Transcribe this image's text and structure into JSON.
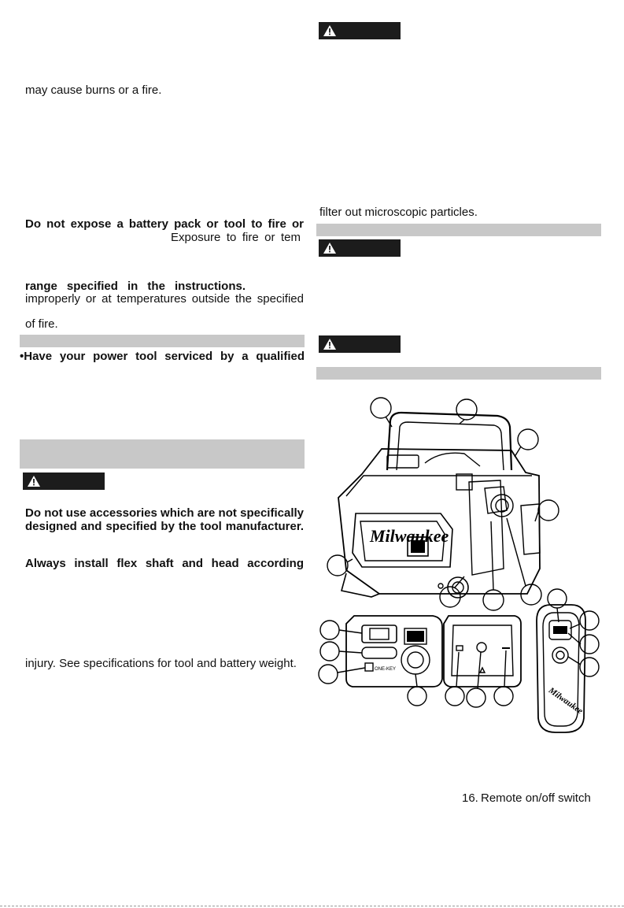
{
  "left_col": {
    "burns_line": "may cause burns or a fire.",
    "fire_heading_1": "Do not expose a battery pack or tool to fire or",
    "fire_text_1": "Exposure to fire or tem",
    "range_heading": "range specified in the instructions.",
    "improper_text": "improperly or at temperatures outside the specified",
    "of_fire": "of fire.",
    "service_heading": "•Have your power tool serviced by a qualified",
    "accessories_line_1": "Do not use accessories which are not specifically",
    "accessories_line_2": "designed and specified by the tool manufacturer.",
    "flex_shaft_line": "Always install flex shaft and head according",
    "injury_line": "injury. See specifications for tool and battery weight."
  },
  "right_col": {
    "filter_line": "filter out microscopic particles.",
    "remote_item_number": "16.",
    "remote_item_label": "Remote on/off switch"
  },
  "warning_icon": "warning-triangle-icon",
  "colors": {
    "section_bar": "#c8c8c8",
    "warning_box": "#1c1c1c"
  }
}
